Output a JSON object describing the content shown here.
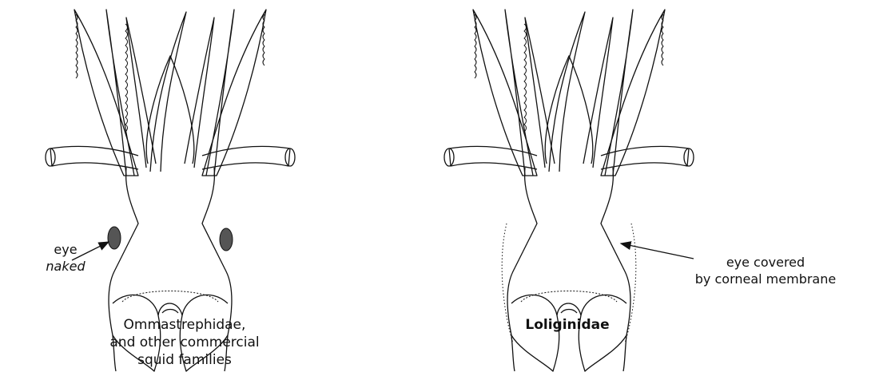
{
  "left_panel": {
    "label_line1": "eye",
    "label_line2": "naked",
    "caption_line1": "Ommastrephidae,",
    "caption_line2": "and other commercial",
    "caption_line3": "squid families"
  },
  "right_panel": {
    "label_line1": "eye covered",
    "label_line2": "by corneal membrane",
    "caption": "Loliginidae"
  },
  "colors": {
    "ink": "#111111",
    "eye_fill": "#555555",
    "background": "#ffffff"
  }
}
